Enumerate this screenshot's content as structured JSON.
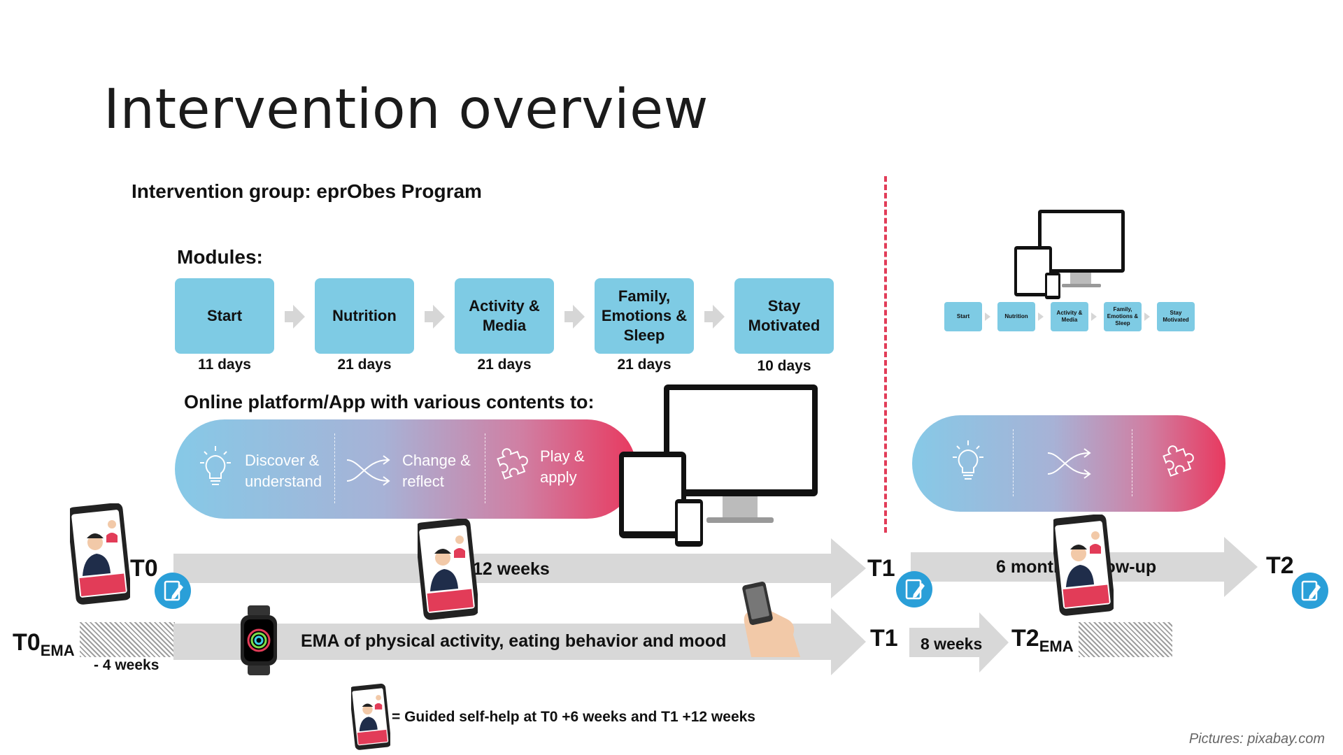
{
  "title": "Intervention overview",
  "subtitle": "Intervention group: eprObes Program",
  "modules_heading": "Modules:",
  "modules": [
    {
      "label": "Start",
      "days": "11 days"
    },
    {
      "label": "Nutrition",
      "days": "21 days"
    },
    {
      "label": "Activity & Media",
      "days": "21 days"
    },
    {
      "label": "Family, Emotions & Sleep",
      "days": "21 days"
    },
    {
      "label": "Stay Motivated",
      "days": "10 days"
    }
  ],
  "mini_modules": [
    "Start",
    "Nutrition",
    "Activity & Media",
    "Family, Emotions & Sleep",
    "Stay Motivated"
  ],
  "platform_heading": "Online platform/App with various contents to:",
  "platform_items": [
    {
      "icon": "lightbulb-icon",
      "text": "Discover & understand"
    },
    {
      "icon": "shuffle-icon",
      "text": "Change & reflect"
    },
    {
      "icon": "puzzle-icon",
      "text": "Play & apply"
    }
  ],
  "timeline": {
    "t0": "T0",
    "duration": "12 weeks",
    "t1": "T1",
    "followup": "6 months follow-up",
    "t2": "T2",
    "t0ema_main": "T0",
    "t0ema_sub": "EMA",
    "minus_weeks": "- 4 weeks",
    "ema_text": "EMA of physical activity, eating behavior and mood",
    "t1_ema": "T1",
    "eight_weeks": "8 weeks",
    "t2ema_main": "T2",
    "t2ema_sub": "EMA"
  },
  "legend_note": "= Guided self-help at T0 +6 weeks and T1 +12 weeks",
  "credit": "Pictures: pixabay.com",
  "colors": {
    "module_fill": "#7ecbe4",
    "arrow_gray": "#d8d8d8",
    "divider_red": "#e23c58",
    "badge_blue": "#2a9fd8",
    "gradient_start": "#86c9e7",
    "gradient_end": "#e8395f"
  }
}
